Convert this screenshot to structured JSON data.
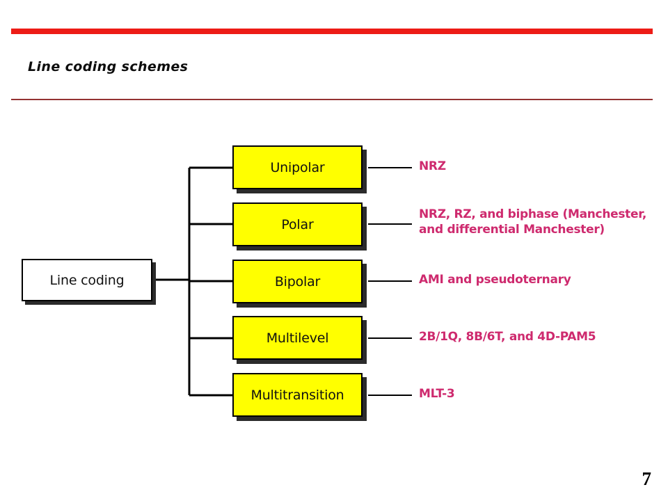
{
  "slide": {
    "title": "Line coding schemes",
    "page_number": "7",
    "accent_color": "#ED1C16",
    "rule_color": "#943232",
    "label_color": "#CE2A6E",
    "box_fill": "#FFFF00"
  },
  "diagram": {
    "root": {
      "label": "Line coding"
    },
    "branches": [
      {
        "box": "Unipolar",
        "schemes_line1": "NRZ",
        "schemes_line2": ""
      },
      {
        "box": "Polar",
        "schemes_line1": "NRZ, RZ, and biphase (Manchester,",
        "schemes_line2": "and differential Manchester)"
      },
      {
        "box": "Bipolar",
        "schemes_line1": "AMI and pseudoternary",
        "schemes_line2": ""
      },
      {
        "box": "Multilevel",
        "schemes_line1": "2B/1Q,  8B/6T, and 4D-PAM5",
        "schemes_line2": ""
      },
      {
        "box": "Multitransition",
        "schemes_line1": "MLT-3",
        "schemes_line2": ""
      }
    ]
  }
}
